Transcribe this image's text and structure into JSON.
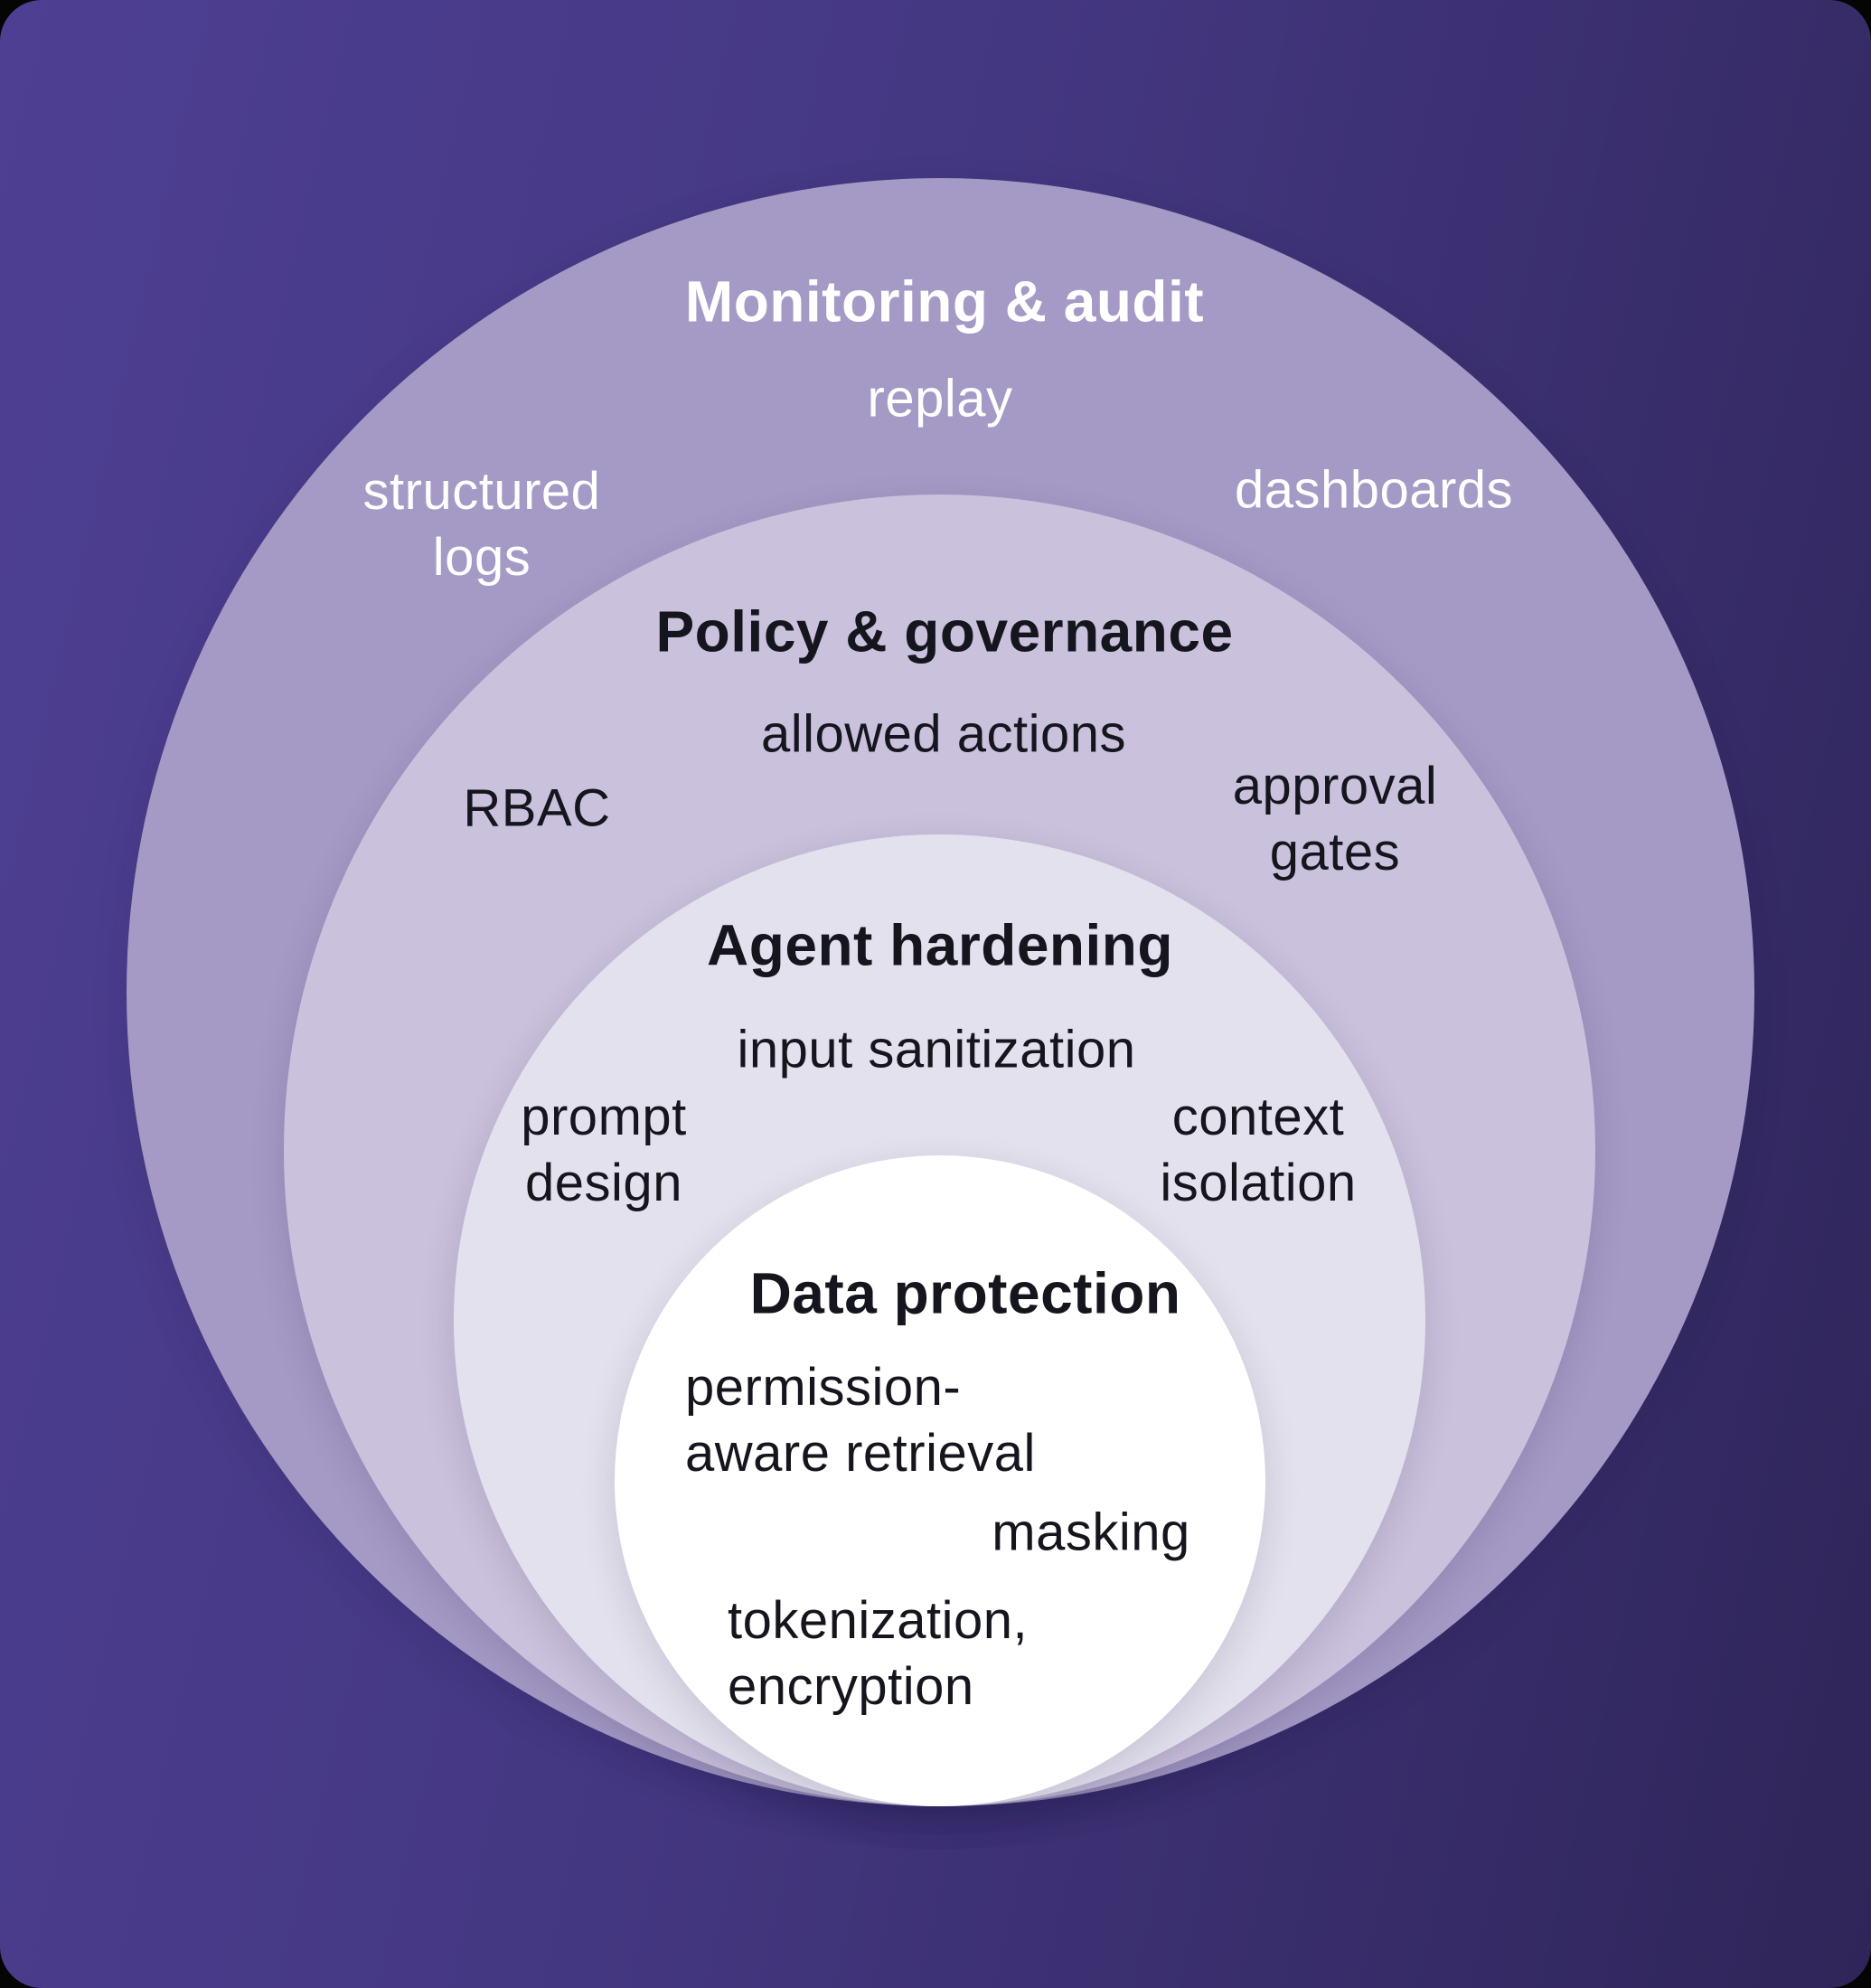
{
  "colors": {
    "page_background": "#050505",
    "card_gradient_start": "#4e3f93",
    "card_gradient_mid": "#443781",
    "card_gradient_end": "#2f2559",
    "ring_monitoring_fill": "#a59ac5",
    "ring_policy_fill": "#cac1dc",
    "ring_hardening_fill": "#e4e1ee",
    "ring_data_fill": "#ffffff",
    "text_light": "#ffffff",
    "text_dark": "#15151e"
  },
  "layers": [
    {
      "title": "Monitoring & audit",
      "items": [
        {
          "label": "replay"
        },
        {
          "label": "structured logs"
        },
        {
          "label": "dashboards"
        }
      ]
    },
    {
      "title": "Policy & governance",
      "items": [
        {
          "label": "allowed actions"
        },
        {
          "label": "RBAC"
        },
        {
          "label": "approval gates"
        }
      ]
    },
    {
      "title": "Agent hardening",
      "items": [
        {
          "label": "input sanitization"
        },
        {
          "label": "prompt design"
        },
        {
          "label": "context isolation"
        }
      ]
    },
    {
      "title": "Data protection",
      "items": [
        {
          "label": "permission-aware retrieval"
        },
        {
          "label": "masking"
        },
        {
          "label": "tokenization, encryption"
        }
      ]
    }
  ]
}
